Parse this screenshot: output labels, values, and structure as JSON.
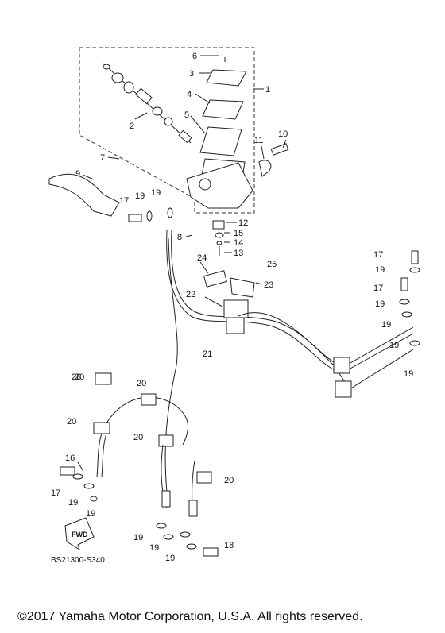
{
  "diagram": {
    "code": "BS21300-S340",
    "fwd_label": "FWD",
    "copyright": "©2017 Yamaha Motor Corporation, U.S.A. All rights reserved."
  },
  "callouts": [
    "1",
    "2",
    "3",
    "4",
    "5",
    "6",
    "7",
    "8",
    "9",
    "10",
    "11",
    "12",
    "13",
    "14",
    "15",
    "16",
    "17",
    "17",
    "17",
    "17",
    "18",
    "19",
    "19",
    "19",
    "19",
    "19",
    "19",
    "19",
    "19",
    "19",
    "19",
    "19",
    "19",
    "20",
    "20",
    "20",
    "20",
    "20",
    "21",
    "22",
    "23",
    "24",
    "25",
    "26"
  ]
}
